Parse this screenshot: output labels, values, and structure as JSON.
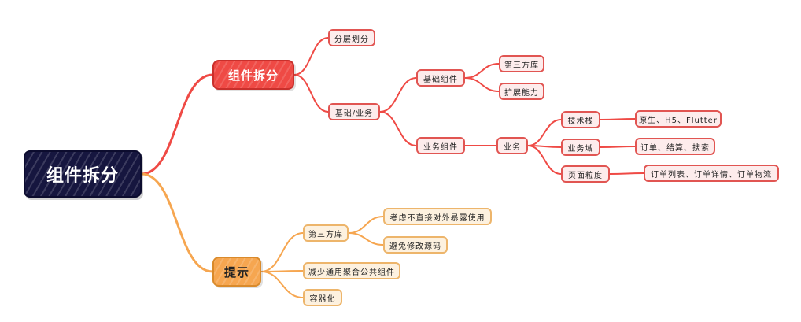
{
  "diagram": {
    "root": {
      "label": "组件拆分"
    },
    "branches": [
      {
        "label": "组件拆分",
        "color": "#ef4a45",
        "children": [
          {
            "label": "分层划分"
          },
          {
            "label": "基础/业务",
            "children": [
              {
                "label": "基础组件",
                "children": [
                  {
                    "label": "第三方库"
                  },
                  {
                    "label": "扩展能力"
                  }
                ]
              },
              {
                "label": "业务组件",
                "children": [
                  {
                    "label": "业务",
                    "children": [
                      {
                        "label": "技术栈",
                        "children": [
                          {
                            "label": "原生、H5、Flutter"
                          }
                        ]
                      },
                      {
                        "label": "业务域",
                        "children": [
                          {
                            "label": "订单、结算、搜索"
                          }
                        ]
                      },
                      {
                        "label": "页面粒度",
                        "children": [
                          {
                            "label": "订单列表、订单详情、订单物流"
                          }
                        ]
                      }
                    ]
                  }
                ]
              }
            ]
          }
        ]
      },
      {
        "label": "提示",
        "color": "#f6a650",
        "children": [
          {
            "label": "第三方库",
            "children": [
              {
                "label": "考虑不直接对外暴露使用"
              },
              {
                "label": "避免修改源码"
              }
            ]
          },
          {
            "label": "减少通用聚合公共组件"
          },
          {
            "label": "容器化"
          }
        ]
      }
    ]
  }
}
